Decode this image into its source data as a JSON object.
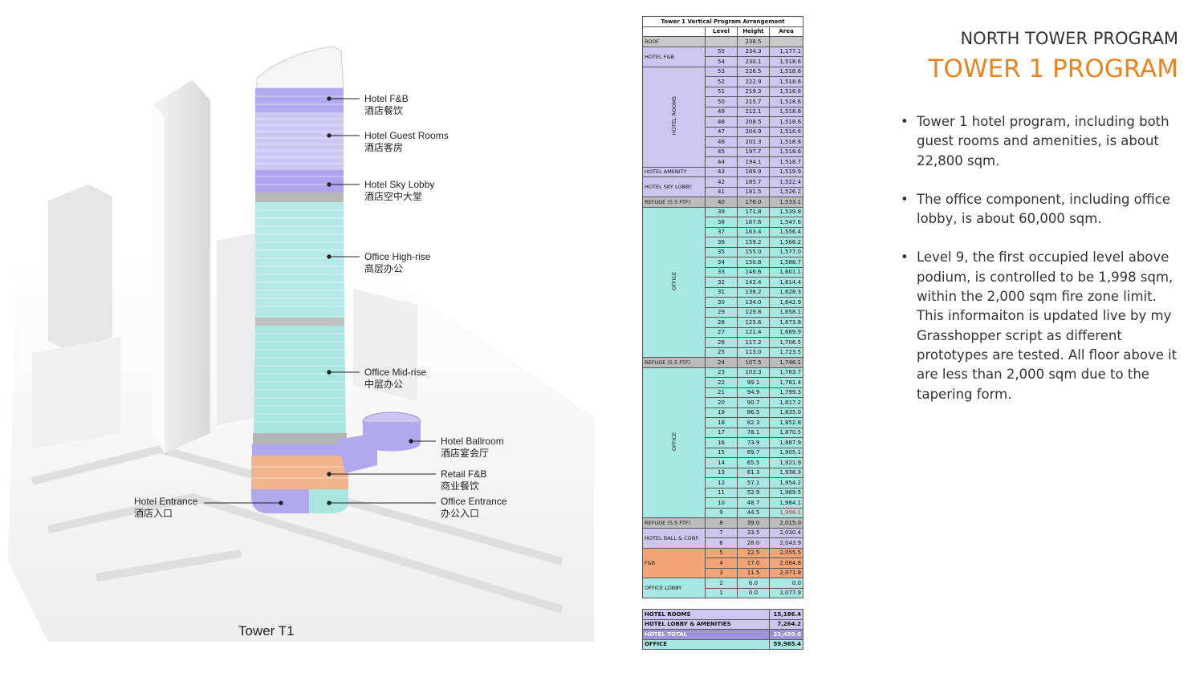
{
  "header": {
    "kicker": "NORTH TOWER PROGRAM",
    "title": "TOWER 1 PROGRAM"
  },
  "bullets": [
    "Tower 1 hotel program, including both guest rooms and amenities, is about 22,800 sqm.",
    "The office component, including office lobby, is about 60,000 sqm.",
    "Level 9, the first occupied level above podium, is controlled to be 1,998 sqm, within the 2,000 sqm fire zone limit. This informaiton is updated live by my Grasshopper script as different prototypes are tested. All floor above it are less than 2,000 sqm due to the tapering form."
  ],
  "rendering": {
    "caption": "Tower T1",
    "callouts": [
      {
        "en": "Hotel F&B",
        "cn": "酒店餐饮"
      },
      {
        "en": "Hotel Guest Rooms",
        "cn": "酒店客房"
      },
      {
        "en": "Hotel Sky Lobby",
        "cn": "酒店空中大堂"
      },
      {
        "en": "Office High-rise",
        "cn": "高层办公"
      },
      {
        "en": "Office Mid-rise",
        "cn": "中层办公"
      },
      {
        "en": "Hotel Ballroom",
        "cn": "酒店宴会厅"
      },
      {
        "en": "Retail F&B",
        "cn": "商业餐饮"
      },
      {
        "en": "Office Entrance",
        "cn": "办公入口"
      },
      {
        "en": "Hotel Entrance",
        "cn": "酒店入口"
      }
    ]
  },
  "table": {
    "title": "Tower 1 Vertical Program Arrangement",
    "headers": [
      "Level",
      "Height",
      "Area"
    ],
    "roof": {
      "label": "ROOF",
      "height": "238.5"
    },
    "zone_colors": {
      "hotel": "#cdc6ee",
      "refuge": "#bcbcbc",
      "office": "#a8e8e2",
      "fb": "#f4a578",
      "lobby": "#a8e8e2",
      "roof": "#c8c8c8"
    },
    "zones": [
      {
        "label": "HOTEL F&B",
        "type": "hotel",
        "vertical": false,
        "rows": [
          {
            "level": "55",
            "height": "234.3",
            "area": "1,177.1"
          },
          {
            "level": "54",
            "height": "230.1",
            "area": "1,518.6"
          }
        ]
      },
      {
        "label": "HOTEL ROOMS",
        "type": "hotel",
        "vertical": true,
        "rows": [
          {
            "level": "53",
            "height": "226.5",
            "area": "1,518.6"
          },
          {
            "level": "52",
            "height": "222.9",
            "area": "1,518.6"
          },
          {
            "level": "51",
            "height": "219.3",
            "area": "1,518.6"
          },
          {
            "level": "50",
            "height": "215.7",
            "area": "1,518.6"
          },
          {
            "level": "49",
            "height": "212.1",
            "area": "1,518.6"
          },
          {
            "level": "48",
            "height": "208.5",
            "area": "1,518.6"
          },
          {
            "level": "47",
            "height": "204.9",
            "area": "1,518.6"
          },
          {
            "level": "46",
            "height": "201.3",
            "area": "1,518.6"
          },
          {
            "level": "45",
            "height": "197.7",
            "area": "1,518.6"
          },
          {
            "level": "44",
            "height": "194.1",
            "area": "1,518.7"
          }
        ]
      },
      {
        "label": "HOTEL AMENITY",
        "type": "hotel",
        "vertical": false,
        "rows": [
          {
            "level": "43",
            "height": "189.9",
            "area": "1,519.9"
          }
        ]
      },
      {
        "label": "HOTEL SKY LOBBY",
        "type": "hotel",
        "vertical": false,
        "rows": [
          {
            "level": "42",
            "height": "185.7",
            "area": "1,522.4"
          },
          {
            "level": "41",
            "height": "181.5",
            "area": "1,526.2"
          }
        ]
      },
      {
        "label": "REFUGE (5.5 FTF)",
        "type": "refuge",
        "vertical": false,
        "rows": [
          {
            "level": "40",
            "height": "176.0",
            "area": "1,533.1"
          }
        ]
      },
      {
        "label": "OFFICE",
        "type": "office",
        "vertical": true,
        "rows": [
          {
            "level": "39",
            "height": "171.8",
            "area": "1,539.8"
          },
          {
            "level": "38",
            "height": "167.6",
            "area": "1,547.6"
          },
          {
            "level": "37",
            "height": "163.4",
            "area": "1,556.4"
          },
          {
            "level": "36",
            "height": "159.2",
            "area": "1,566.2"
          },
          {
            "level": "35",
            "height": "155.0",
            "area": "1,577.0"
          },
          {
            "level": "34",
            "height": "150.8",
            "area": "1,588.7"
          },
          {
            "level": "33",
            "height": "146.6",
            "area": "1,601.1"
          },
          {
            "level": "32",
            "height": "142.4",
            "area": "1,614.4"
          },
          {
            "level": "31",
            "height": "138.2",
            "area": "1,628.3"
          },
          {
            "level": "30",
            "height": "134.0",
            "area": "1,642.9"
          },
          {
            "level": "29",
            "height": "129.8",
            "area": "1,658.1"
          },
          {
            "level": "28",
            "height": "125.6",
            "area": "1,673.8"
          },
          {
            "level": "27",
            "height": "121.4",
            "area": "1,689.9"
          },
          {
            "level": "26",
            "height": "117.2",
            "area": "1,706.5"
          },
          {
            "level": "25",
            "height": "113.0",
            "area": "1,723.5"
          }
        ]
      },
      {
        "label": "REFUGE (5.5 FTF)",
        "type": "refuge",
        "vertical": false,
        "rows": [
          {
            "level": "24",
            "height": "107.5",
            "area": "1,746.1"
          }
        ]
      },
      {
        "label": "OFFICE",
        "type": "office",
        "vertical": true,
        "rows": [
          {
            "level": "23",
            "height": "103.3",
            "area": "1,763.7"
          },
          {
            "level": "22",
            "height": "99.1",
            "area": "1,781.4"
          },
          {
            "level": "21",
            "height": "94.9",
            "area": "1,799.3"
          },
          {
            "level": "20",
            "height": "90.7",
            "area": "1,817.2"
          },
          {
            "level": "19",
            "height": "86.5",
            "area": "1,835.0"
          },
          {
            "level": "18",
            "height": "82.3",
            "area": "1,852.8"
          },
          {
            "level": "17",
            "height": "78.1",
            "area": "1,870.5"
          },
          {
            "level": "16",
            "height": "73.9",
            "area": "1,887.9"
          },
          {
            "level": "15",
            "height": "69.7",
            "area": "1,905.1"
          },
          {
            "level": "14",
            "height": "65.5",
            "area": "1,921.9"
          },
          {
            "level": "13",
            "height": "61.3",
            "area": "1,938.3"
          },
          {
            "level": "12",
            "height": "57.1",
            "area": "1,954.2"
          },
          {
            "level": "11",
            "height": "52.9",
            "area": "1,969.5"
          },
          {
            "level": "10",
            "height": "48.7",
            "area": "1,984.1"
          },
          {
            "level": "9",
            "height": "44.5",
            "area": "1,998.1",
            "highlight": true
          }
        ]
      },
      {
        "label": "REFUGE (5.5 FTF)",
        "type": "refuge",
        "vertical": false,
        "rows": [
          {
            "level": "8",
            "height": "39.0",
            "area": "2,015.0"
          }
        ]
      },
      {
        "label": "HOTEL BALL & CONF.",
        "type": "hotel",
        "vertical": false,
        "rows": [
          {
            "level": "7",
            "height": "33.5",
            "area": "2,030.4"
          },
          {
            "level": "6",
            "height": "28.0",
            "area": "2,043.9"
          }
        ]
      },
      {
        "label": "F&B",
        "type": "fb",
        "vertical": false,
        "rows": [
          {
            "level": "5",
            "height": "22.5",
            "area": "2,055.5"
          },
          {
            "level": "4",
            "height": "17.0",
            "area": "2,064.8"
          },
          {
            "level": "3",
            "height": "11.5",
            "area": "2,071.8"
          }
        ]
      },
      {
        "label": "OFFICE LOBBY",
        "type": "lobby",
        "vertical": false,
        "rows": [
          {
            "level": "2",
            "height": "6.0",
            "area": "0.0"
          },
          {
            "level": "1",
            "height": "0.0",
            "area": "2,077.9"
          }
        ]
      }
    ],
    "highlight_color": "#e02020",
    "summary": [
      {
        "label": "HOTEL ROOMS",
        "value": "15,186.4",
        "bg": "#cdc6ee",
        "fg": "#111111"
      },
      {
        "label": "HOTEL LOBBY & AMENITIES",
        "value": "7,264.2",
        "bg": "#cdc6ee",
        "fg": "#111111"
      },
      {
        "label": "HOTEL TOTAL",
        "value": "22,450.6",
        "bg": "#9d93dc",
        "fg": "#ffffff"
      },
      {
        "label": "OFFICE",
        "value": "59,965.4",
        "bg": "#a8e8e2",
        "fg": "#111111"
      }
    ]
  }
}
